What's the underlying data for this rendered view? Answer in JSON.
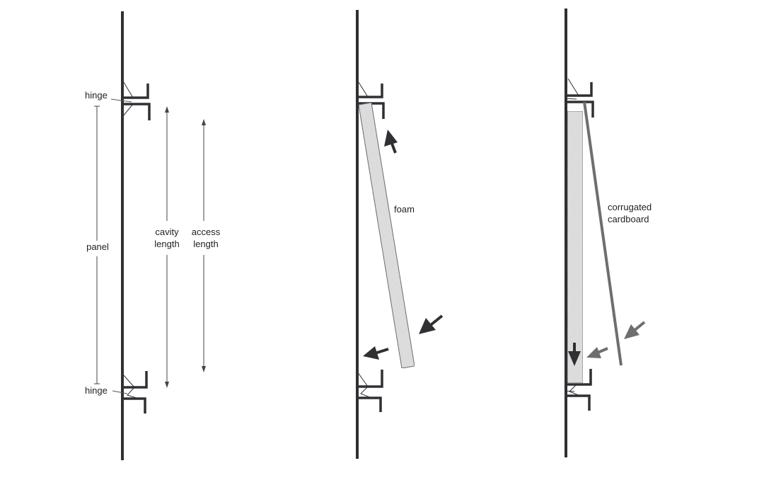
{
  "labels": {
    "hinge_top": "hinge",
    "hinge_bottom": "hinge",
    "panel": "panel",
    "cavity_length_line1": "cavity",
    "cavity_length_line2": "length",
    "access_length_line1": "access",
    "access_length_line2": "length",
    "foam": "foam",
    "corrugated_line1": "corrugated",
    "corrugated_line2": "cardboard"
  },
  "colors": {
    "wall": "#2f3033",
    "foam_fill": "#e4e4e4",
    "cardboard": "#6e6e6e",
    "arrow_dark": "#2f3033",
    "arrow_gray": "#6e6e6e"
  }
}
